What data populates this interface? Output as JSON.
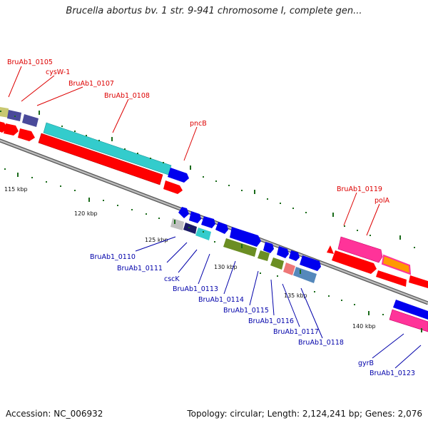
{
  "title": "Brucella abortus bv. 1 str. 9-941 chromosome I, complete gen...",
  "footer": {
    "accession": "Accession: NC_006932",
    "summary": "Topology: circular; Length: 2,124,241 bp; Genes: 2,076"
  },
  "scale_labels": {
    "k115": "115 kbp",
    "k120": "120 kbp",
    "k125": "125 kbp",
    "k130": "130 kbp",
    "k135": "135 kbp",
    "k140": "140 kbp"
  },
  "genes_forward": {
    "g0105": "BruAb1_0105",
    "cysW": "cysW-1",
    "g0107": "BruAb1_0107",
    "g0108": "BruAb1_0108",
    "pncB": "pncB",
    "g0119": "BruAb1_0119",
    "polA": "polA"
  },
  "genes_reverse": {
    "g0110": "BruAb1_0110",
    "g0111": "BruAb1_0111",
    "cscK": "cscK",
    "g0113": "BruAb1_0113",
    "g0114": "BruAb1_0114",
    "g0115": "BruAb1_0115",
    "g0116": "BruAb1_0116",
    "g0117": "BruAb1_0117",
    "g0118": "BruAb1_0118",
    "gyrB": "gyrB",
    "g0123": "BruAb1_0123"
  },
  "colors": {
    "backbone": "#888888",
    "cds_red": "#ff0000",
    "blue": "#0000ee",
    "cyan": "#33cccc",
    "olive": "#6b8e23",
    "pink": "#ff3399",
    "navy": "#3a3a8a",
    "tick_green": "#1a6b1a",
    "label_red": "#dd0000",
    "label_blue": "#0000aa"
  }
}
